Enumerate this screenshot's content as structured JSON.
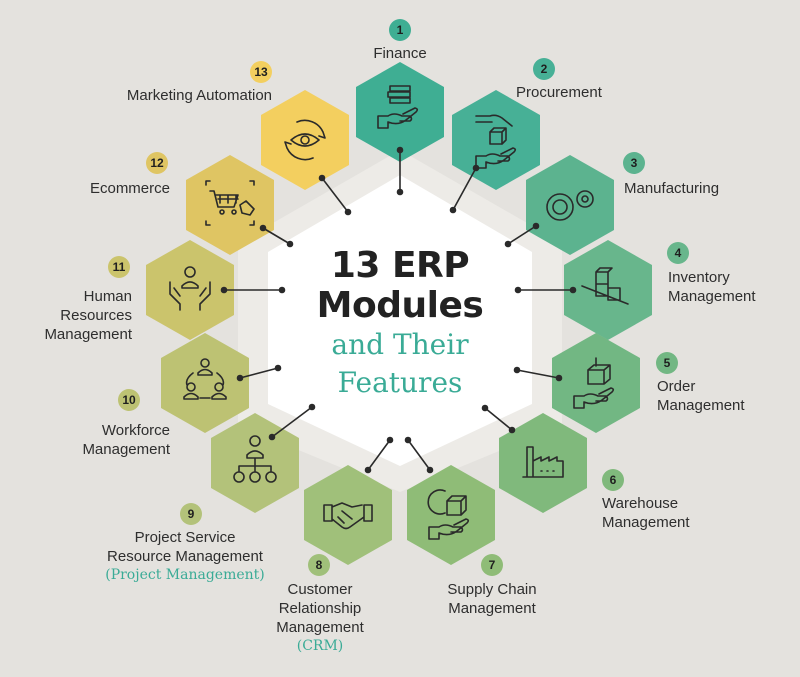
{
  "title": {
    "line1": "13 ERP",
    "line2": "Modules",
    "line3": "and Their",
    "line4": "Features"
  },
  "colors": {
    "background": "#e4e2de",
    "center": "#ffffff",
    "accent_text": "#3aab96",
    "connector": "#2a2a2a"
  },
  "modules": [
    {
      "num": "1",
      "lines": [
        "Finance"
      ],
      "sub": "",
      "icon": "coins-in-hand-icon",
      "color": "#3fae93"
    },
    {
      "num": "2",
      "lines": [
        "Procurement"
      ],
      "sub": "",
      "icon": "hands-passing-box-icon",
      "color": "#47b096"
    },
    {
      "num": "3",
      "lines": [
        "Manufacturing"
      ],
      "sub": "",
      "icon": "gears-icon",
      "color": "#5cb38f"
    },
    {
      "num": "4",
      "lines": [
        "Inventory",
        "Management"
      ],
      "sub": "",
      "icon": "stacked-boxes-icon",
      "color": "#68b68c"
    },
    {
      "num": "5",
      "lines": [
        "Order",
        "Management"
      ],
      "sub": "",
      "icon": "box-in-hand-icon",
      "color": "#72b783"
    },
    {
      "num": "6",
      "lines": [
        "Warehouse",
        "Management"
      ],
      "sub": "",
      "icon": "factory-icon",
      "color": "#80b97c"
    },
    {
      "num": "7",
      "lines": [
        "Supply Chain",
        "Management"
      ],
      "sub": "",
      "icon": "rotating-box-hand-icon",
      "color": "#8fbc77"
    },
    {
      "num": "8",
      "lines": [
        "Customer",
        "Relationship",
        "Management"
      ],
      "sub": "(CRM)",
      "icon": "handshake-icon",
      "color": "#a0c07a"
    },
    {
      "num": "9",
      "lines": [
        "Project Service",
        "Resource Management"
      ],
      "sub": "(Project Management)",
      "icon": "org-chart-icon",
      "color": "#b3c27a"
    },
    {
      "num": "10",
      "lines": [
        "Workforce",
        "Management"
      ],
      "sub": "",
      "icon": "team-cycle-icon",
      "color": "#bdc273"
    },
    {
      "num": "11",
      "lines": [
        "Human",
        "Resources",
        "Management"
      ],
      "sub": "",
      "icon": "person-in-hands-icon",
      "color": "#cbc46c"
    },
    {
      "num": "12",
      "lines": [
        "Ecommerce"
      ],
      "sub": "",
      "icon": "shopping-cart-tag-icon",
      "color": "#dfc563"
    },
    {
      "num": "13",
      "lines": [
        "Marketing Automation"
      ],
      "sub": "",
      "icon": "eye-cycle-icon",
      "color": "#f3cf5f"
    }
  ]
}
